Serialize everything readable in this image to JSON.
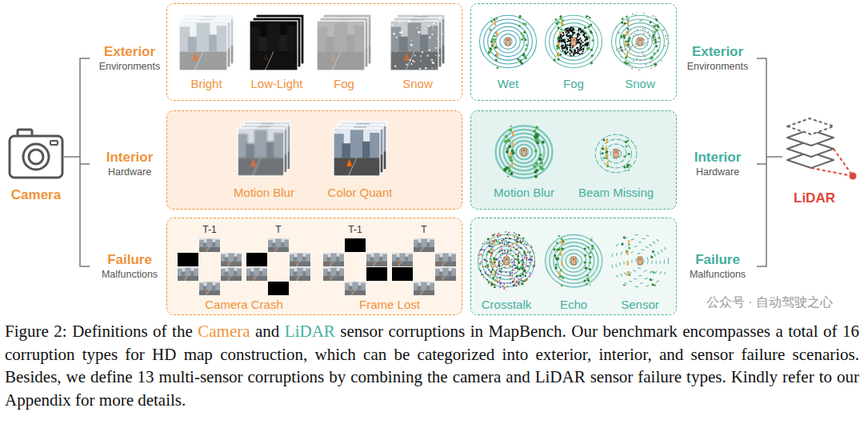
{
  "diagram": {
    "caption": "Figure 2: Definitions of the Camera and LiDAR sensor corruptions in MapBench. Our benchmark encompasses a total of 16 corruption types for HD map construction, which can be categorized into exterior, interior, and sensor failure scenarios. Besides, we define 13 multi-sensor corruptions by combining the camera and LiDAR sensor failure types. Kindly refer to our Appendix for more details.",
    "nodes": [
      {
        "text": [
          "Camera"
        ]
      },
      {
        "text": [
          "Bright",
          "Low-Light",
          "Fog",
          "Snow"
        ]
      },
      {
        "text": [
          "Motion Blur",
          "Color Quant"
        ]
      },
      {
        "text": [
          "T-1",
          "T",
          "T-1",
          "T",
          "Camera Crash",
          "Frame Lost"
        ]
      },
      {
        "text": [
          "Wet",
          "Fog",
          "Snow"
        ]
      },
      {
        "text": [
          "Motion Blur",
          "Beam Missing"
        ]
      },
      {
        "text": [
          "Crosstalk",
          "Echo",
          "Sensor"
        ]
      },
      {
        "text": [
          "LiDAR"
        ]
      }
    ],
    "labels": [
      "Exterior",
      "Environments",
      "Interior",
      "Hardware",
      "Failure",
      "Malfunctions",
      "Exterior",
      "Environments",
      "Interior",
      "Hardware",
      "Failure",
      "Malfunctions",
      "公众号 · 自动驾驶之心"
    ]
  }
}
